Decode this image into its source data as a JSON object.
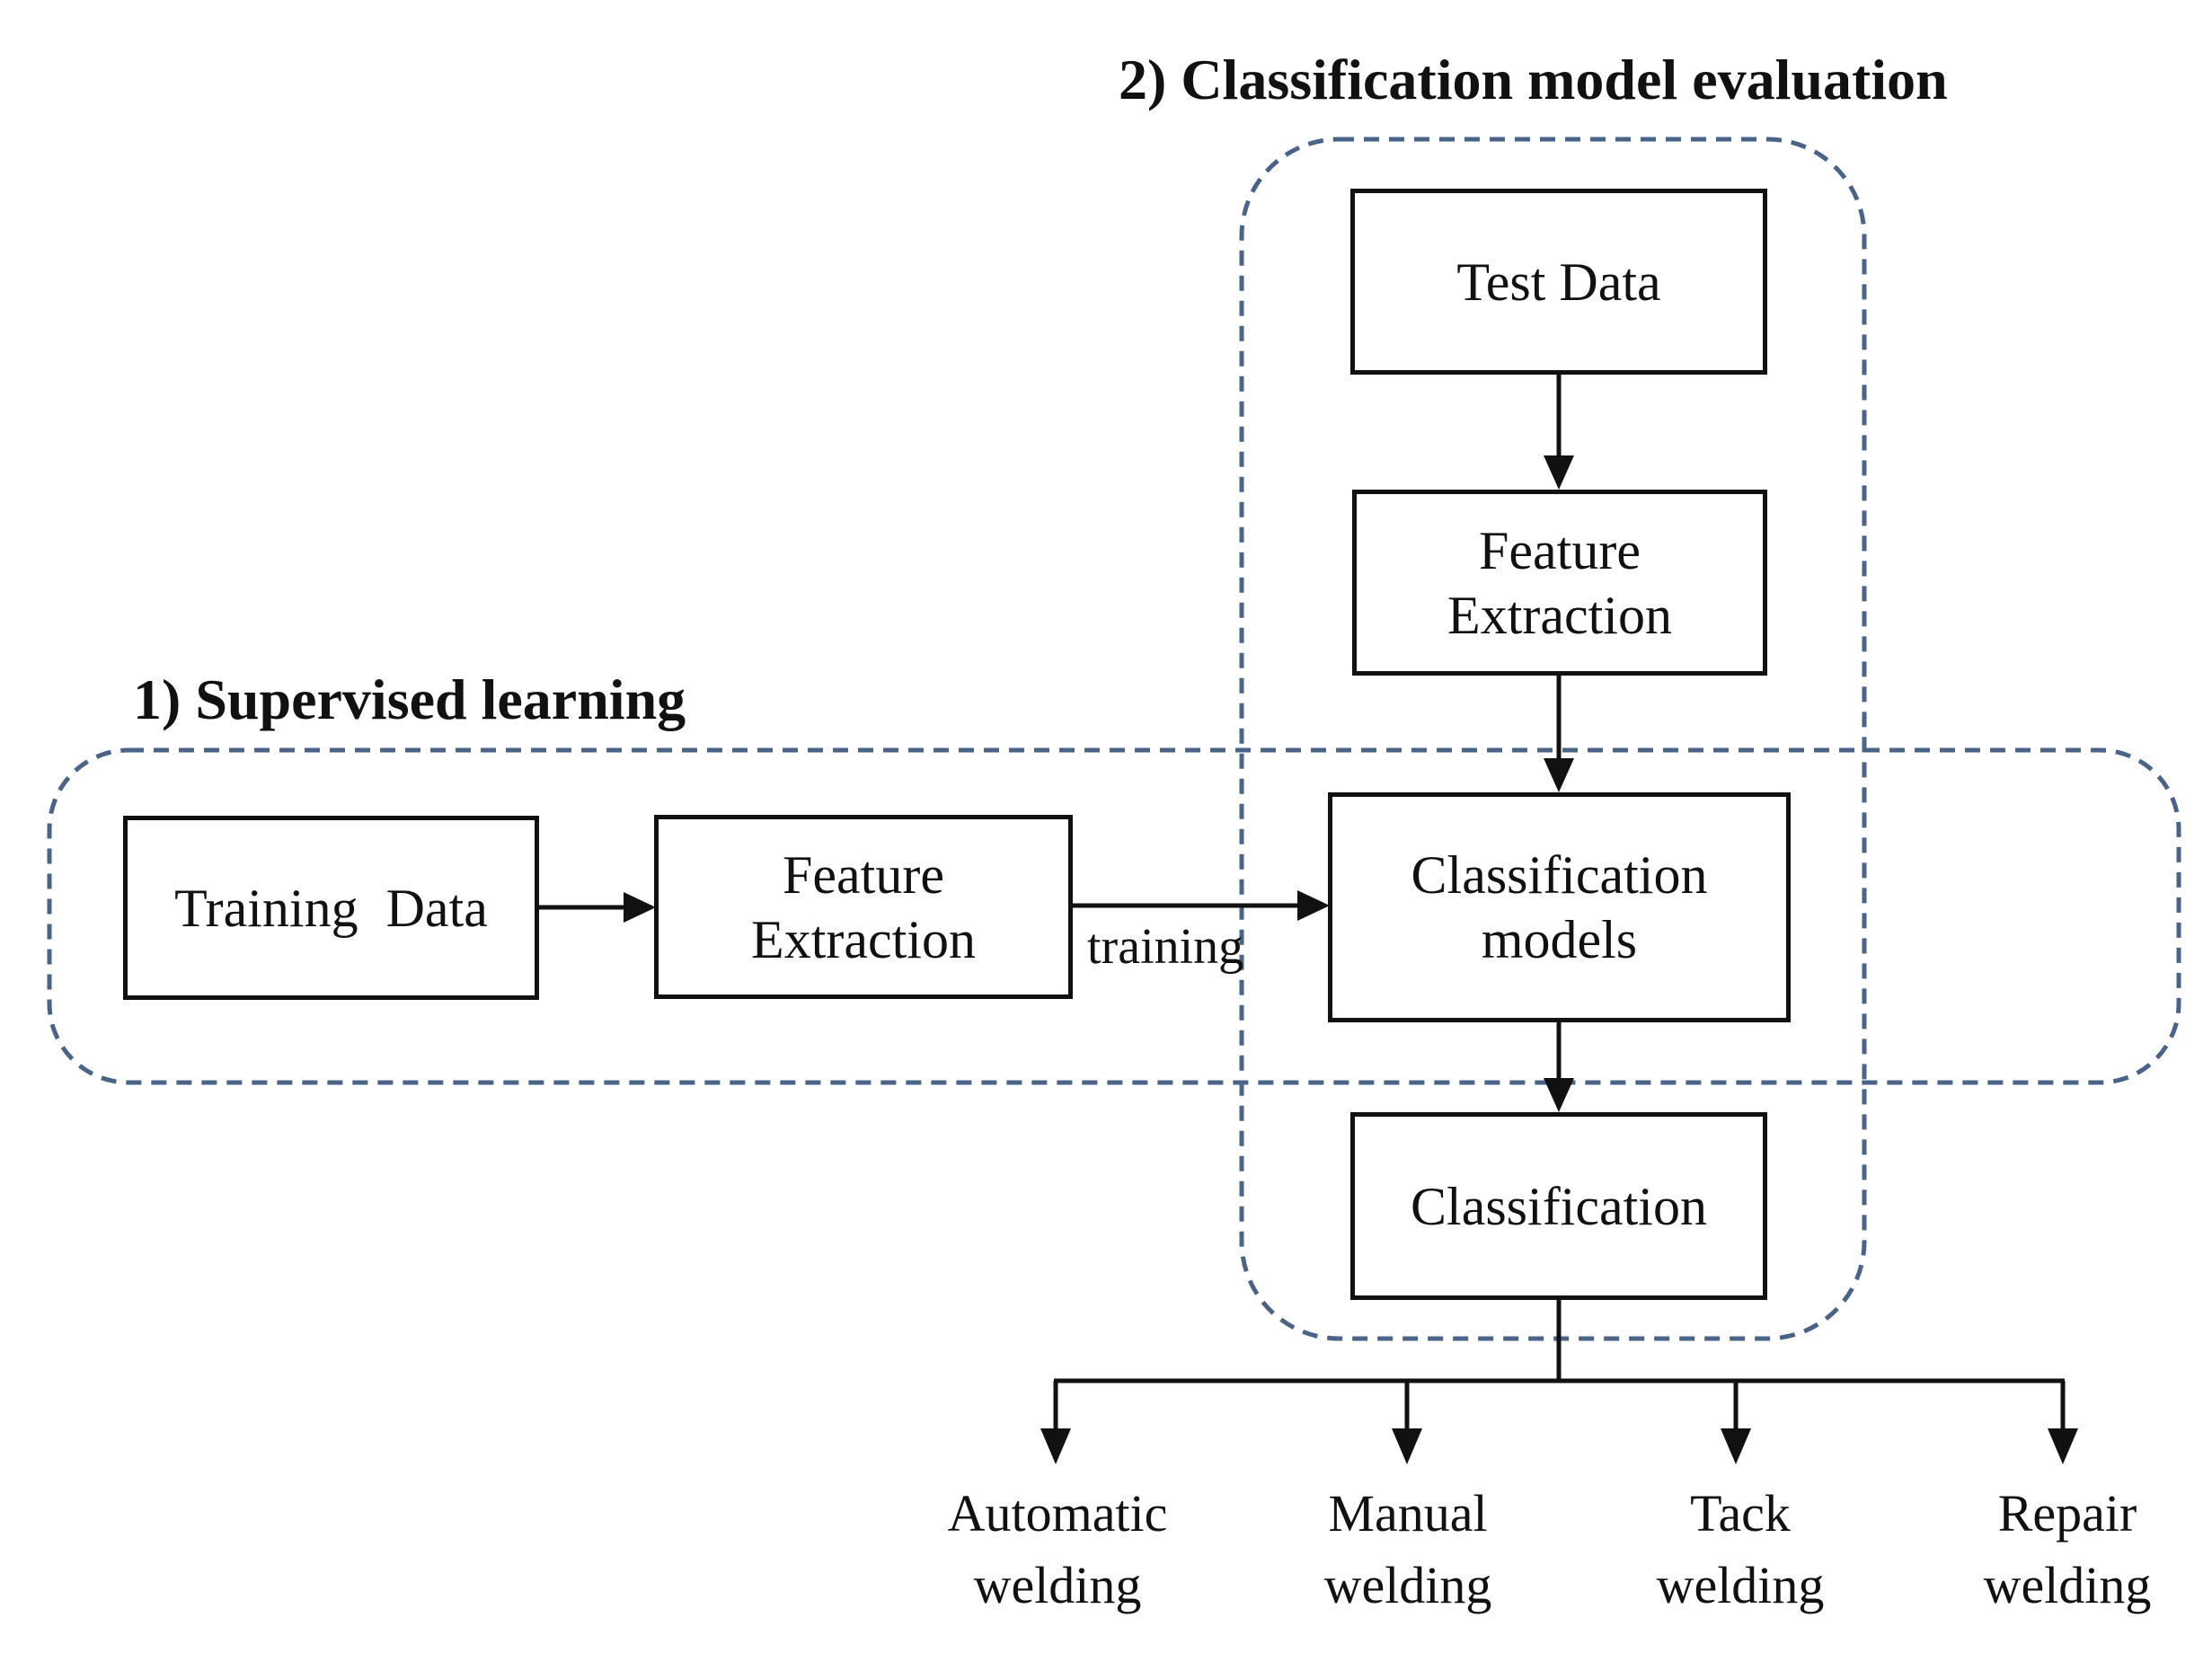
{
  "diagram": {
    "titles": {
      "supervised": "1) Supervised learning",
      "evaluation": "2) Classification model evaluation"
    },
    "boxes": {
      "training_data": "Training Data",
      "feature_extraction_train": "Feature\nExtraction",
      "test_data": "Test Data",
      "feature_extraction_test": "Feature\nExtraction",
      "classification_models": "Classification\nmodels",
      "classification": "Classification"
    },
    "edge_labels": {
      "training": "training"
    },
    "outputs": [
      "Automatic\nwelding",
      "Manual\nwelding",
      "Tack\nwelding",
      "Repair\nwelding"
    ],
    "colors": {
      "background": "#ffffff",
      "box_border": "#111111",
      "arrow": "#111111",
      "text": "#111111",
      "dashed_region": "#4a6389"
    }
  }
}
